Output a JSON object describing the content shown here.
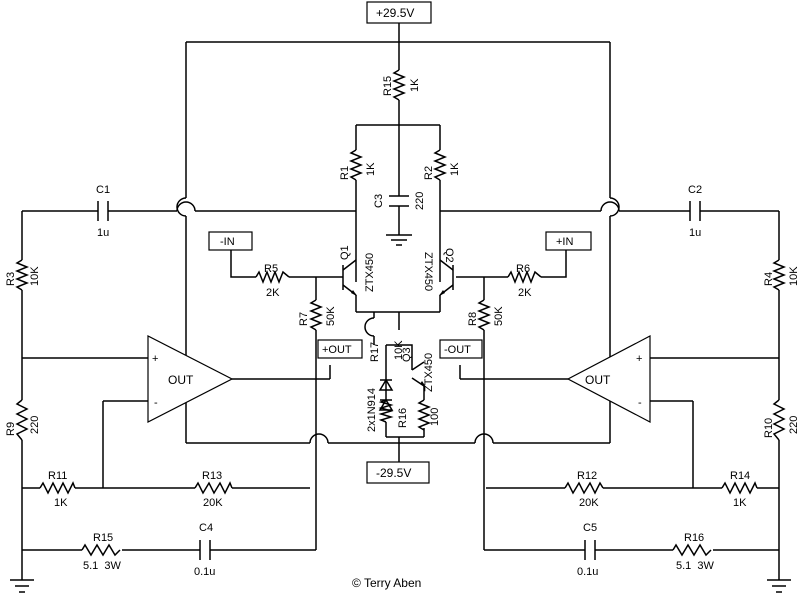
{
  "supply": {
    "pos": "+29.5V",
    "neg": "-29.5V"
  },
  "ports": {
    "in_neg": "-IN",
    "in_pos": "+IN",
    "out_pos": "+OUT",
    "out_neg": "-OUT"
  },
  "components": {
    "R1": {
      "ref": "R1",
      "value": "1K"
    },
    "R2": {
      "ref": "R2",
      "value": "1K"
    },
    "R3": {
      "ref": "R3",
      "value": "10K"
    },
    "R4": {
      "ref": "R4",
      "value": "10K"
    },
    "R5": {
      "ref": "R5",
      "value": "2K"
    },
    "R6": {
      "ref": "R6",
      "value": "2K"
    },
    "R7": {
      "ref": "R7",
      "value": "50K"
    },
    "R8": {
      "ref": "R8",
      "value": "50K"
    },
    "R9": {
      "ref": "R9",
      "value": "220"
    },
    "R10": {
      "ref": "R10",
      "value": "220"
    },
    "R11": {
      "ref": "R11",
      "value": "1K"
    },
    "R12": {
      "ref": "R12",
      "value": "20K"
    },
    "R13": {
      "ref": "R13",
      "value": "20K"
    },
    "R14": {
      "ref": "R14",
      "value": "1K"
    },
    "R15a": {
      "ref": "R15",
      "value": "1K"
    },
    "R15b": {
      "ref": "R15",
      "value": "5.1  3W"
    },
    "R16a": {
      "ref": "R16",
      "value": "100"
    },
    "R16b": {
      "ref": "R16",
      "value": "5.1  3W"
    },
    "R17": {
      "ref": "R17",
      "value": "10K"
    },
    "C1": {
      "ref": "C1",
      "value": "1u"
    },
    "C2": {
      "ref": "C2",
      "value": "1u"
    },
    "C3": {
      "ref": "C3",
      "value": "220"
    },
    "C4": {
      "ref": "C4",
      "value": "0.1u"
    },
    "C5": {
      "ref": "C5",
      "value": "0.1u"
    },
    "Q1": {
      "ref": "Q1",
      "part": "ZTX450"
    },
    "Q2": {
      "ref": "Q2",
      "part": "ZTX450"
    },
    "Q3": {
      "ref": "Q3",
      "part": "ZTX450"
    },
    "D": {
      "part": "2x1N914"
    }
  },
  "amps": {
    "left": "OUT",
    "right": "OUT",
    "plus": "+",
    "minus": "-"
  },
  "copyright": "© Terry Aben"
}
